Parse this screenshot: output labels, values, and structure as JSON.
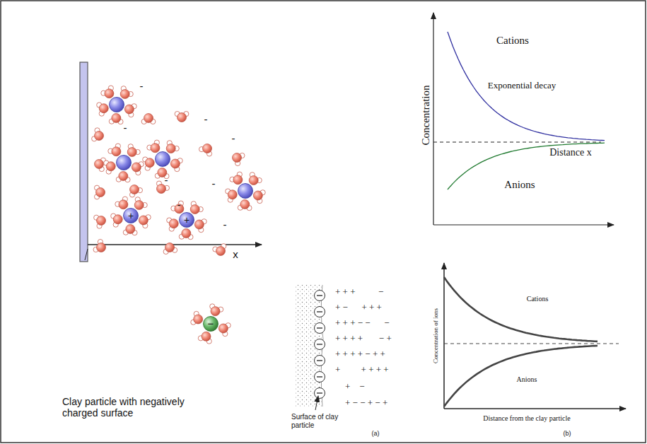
{
  "diagram": {
    "labels": [
      "Clay particle with negatively charged surface",
      "x",
      "+",
      "+",
      "-",
      "-",
      "-",
      "-",
      "-",
      "-",
      "-",
      "-",
      "−",
      "Cations",
      "Exponential decay",
      "Concentration",
      "Distance x",
      "Anions",
      "+ + +          −",
      "+ −      + + +",
      "+ + + − −      −",
      "+ + + +       − +",
      "+ + + + − + +",
      "+         + + + +",
      "+    −",
      "+ − − + − +",
      "Surface of clay particle",
      "(a)",
      "Cations",
      "Anions",
      "Concentration of ions",
      "Distance from the clay particle",
      "(b)"
    ]
  }
}
